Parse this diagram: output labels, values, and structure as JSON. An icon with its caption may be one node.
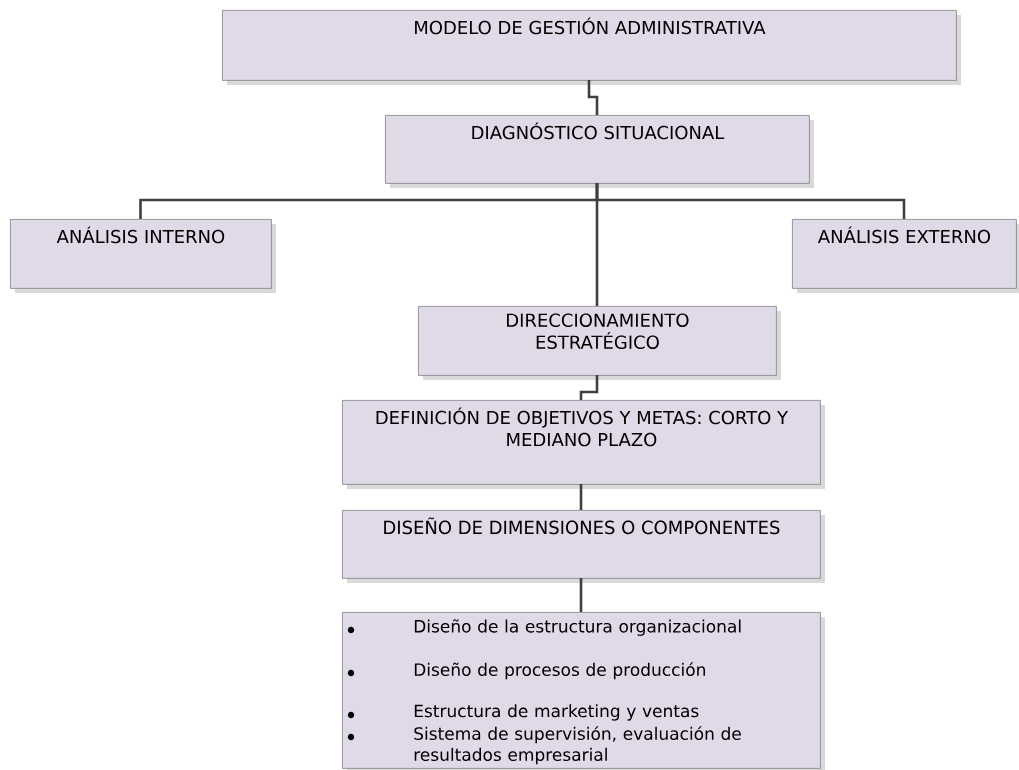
{
  "diagram": {
    "nodes": [
      {
        "text": [
          "MODELO DE GESTIÓN ADMINISTRATIVA"
        ]
      },
      {
        "text": [
          "DIAGNÓSTICO SITUACIONAL"
        ]
      },
      {
        "text": [
          "ANÁLISIS INTERNO"
        ]
      },
      {
        "text": [
          "ANÁLISIS EXTERNO"
        ]
      },
      {
        "text": [
          "DIRECCIONAMIENTO ESTRATÉGICO"
        ]
      },
      {
        "text": [
          "DEFINICIÓN DE OBJETIVOS Y METAS: CORTO Y MEDIANO PLAZO"
        ]
      },
      {
        "text": [
          "DISEÑO DE DIMENSIONES O COMPONENTES"
        ]
      },
      {
        "text": [
          "Diseño de la estructura organizacional",
          "Diseño de procesos de producción",
          "Estructura de marketing y ventas",
          "Sistema de supervisión, evaluación de resultados empresarial"
        ]
      }
    ],
    "edges": [
      {
        "from": 0,
        "to": 1,
        "arrow": "none"
      },
      {
        "from": 1,
        "to": 2,
        "arrow": "none"
      },
      {
        "from": 1,
        "to": 3,
        "arrow": "none"
      },
      {
        "from": 1,
        "to": 4,
        "arrow": "none"
      },
      {
        "from": 4,
        "to": 5,
        "arrow": "none"
      },
      {
        "from": 5,
        "to": 6,
        "arrow": "none"
      },
      {
        "from": 6,
        "to": 7,
        "arrow": "none"
      }
    ]
  }
}
